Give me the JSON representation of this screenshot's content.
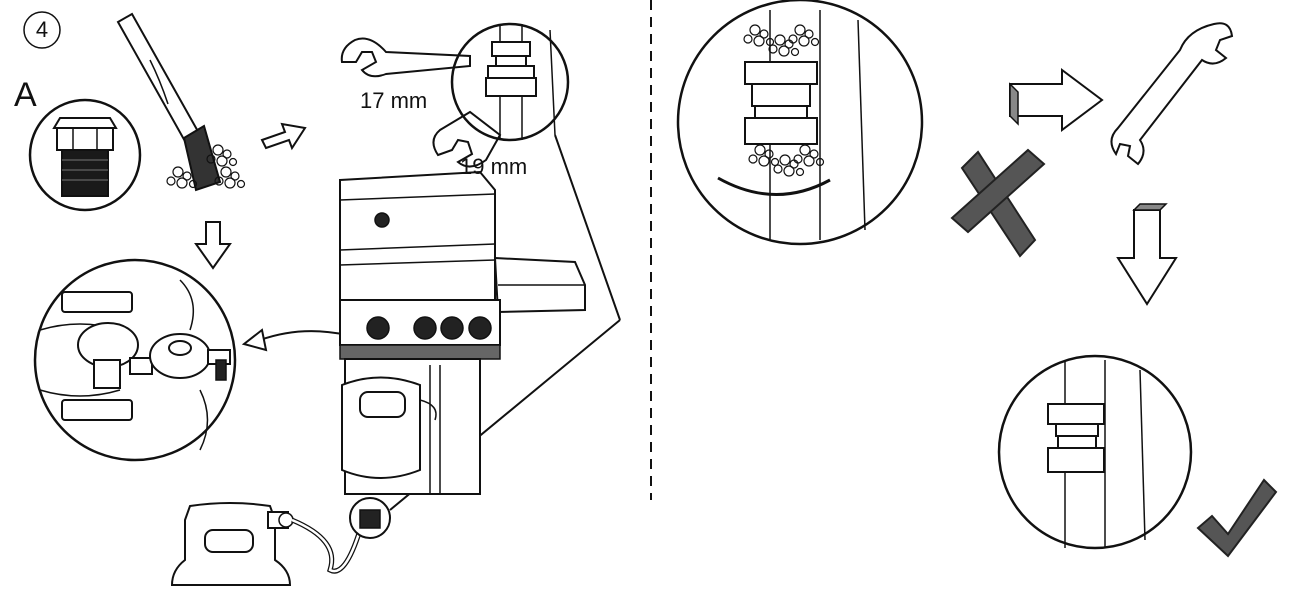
{
  "step": {
    "number": "4"
  },
  "labels": {
    "detail": "A",
    "wrench_small": "17 mm",
    "wrench_large": "19 mm"
  },
  "icons": {
    "brush": "brush-icon",
    "wrench": "wrench-icon",
    "cross": "cross-mark-icon",
    "check": "check-mark-icon",
    "arrow": "outline-arrow-icon"
  },
  "colors": {
    "line": "#111111",
    "mark_fill": "#555555",
    "background": "#ffffff"
  }
}
